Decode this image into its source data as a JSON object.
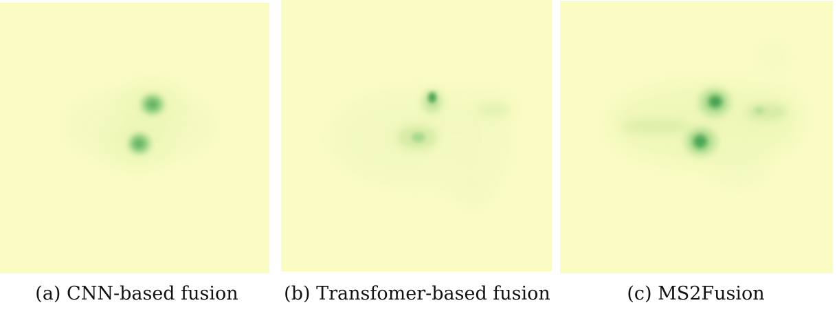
{
  "panels": [
    {
      "caption": "(a) CNN-based fusion"
    },
    {
      "caption": "(b) Transfomer-based fusion"
    },
    {
      "caption": "(c) MS2Fusion"
    }
  ],
  "colors": {
    "background": "#fafcc4",
    "activation_light": "#d6efa0",
    "activation_strong": "#3a9a4a"
  }
}
